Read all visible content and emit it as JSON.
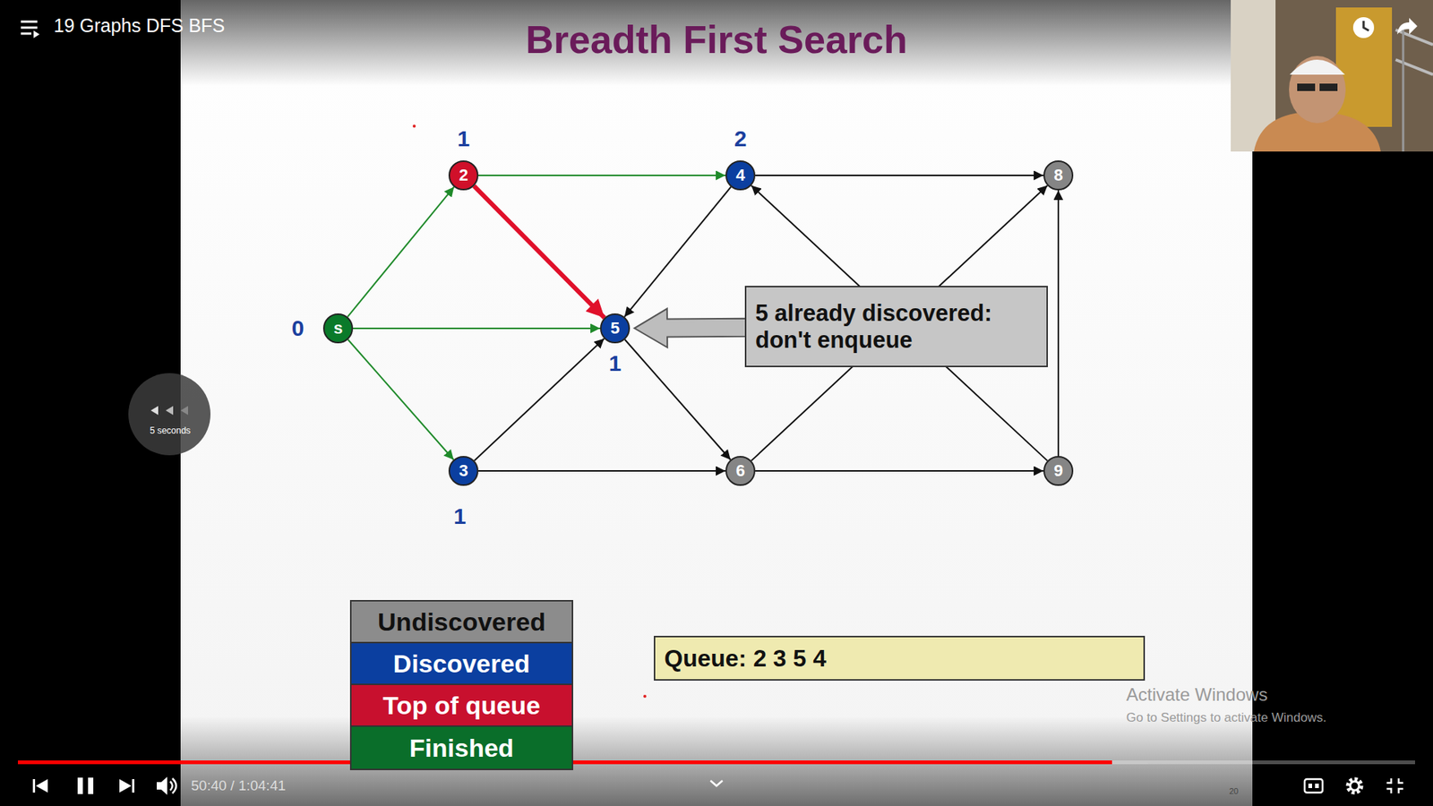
{
  "diagram": {
    "title": "Breadth First Search",
    "nodes": [
      {
        "text": [
          "2"
        ]
      },
      {
        "text": [
          "4"
        ]
      },
      {
        "text": [
          "8"
        ]
      },
      {
        "text": [
          "s"
        ]
      },
      {
        "text": [
          "5"
        ]
      },
      {
        "text": [
          "5 already discovered: don't enqueue"
        ]
      },
      {
        "text": [
          "3"
        ]
      },
      {
        "text": [
          "6"
        ]
      },
      {
        "text": [
          "9"
        ]
      },
      {
        "text": [
          "Queue: 2 3 5 4"
        ]
      }
    ],
    "edges": [
      {
        "from": 3,
        "to": 0,
        "arrow": "to"
      },
      {
        "from": 3,
        "to": 4,
        "arrow": "to"
      },
      {
        "from": 3,
        "to": 6,
        "arrow": "to"
      },
      {
        "from": 0,
        "to": 1,
        "arrow": "to"
      },
      {
        "from": 0,
        "to": 4,
        "arrow": "to"
      },
      {
        "from": 1,
        "to": 4,
        "arrow": "to"
      },
      {
        "from": 1,
        "to": 2,
        "arrow": "to"
      },
      {
        "from": 6,
        "to": 4,
        "arrow": "to"
      },
      {
        "from": 6,
        "to": 7,
        "arrow": "to"
      },
      {
        "from": 4,
        "to": 7,
        "arrow": "to"
      },
      {
        "from": 7,
        "to": 2,
        "arrow": "to"
      },
      {
        "from": 8,
        "to": 1,
        "arrow": "to"
      },
      {
        "from": 7,
        "to": 8,
        "arrow": "to"
      },
      {
        "from": 8,
        "to": 2,
        "arrow": "to"
      },
      {
        "from": 5,
        "to": 4,
        "arrow": "to"
      }
    ],
    "labels": [
      "19 Graphs DFS BFS",
      "1",
      "2",
      "0",
      "5 seconds",
      "1",
      "1",
      "Activate Windows",
      "Go to Settings to activate Windows.",
      "50:40 / 1:04:41",
      "20"
    ],
    "legend": [
      {
        "text": "Undiscovered",
        "color": "#8c8c8c"
      },
      {
        "text": "Discovered",
        "color": "#0b3fa0"
      },
      {
        "text": "Top of queue",
        "color": "#c8102e"
      },
      {
        "text": "Finished",
        "color": "#0a6e2a"
      }
    ]
  }
}
